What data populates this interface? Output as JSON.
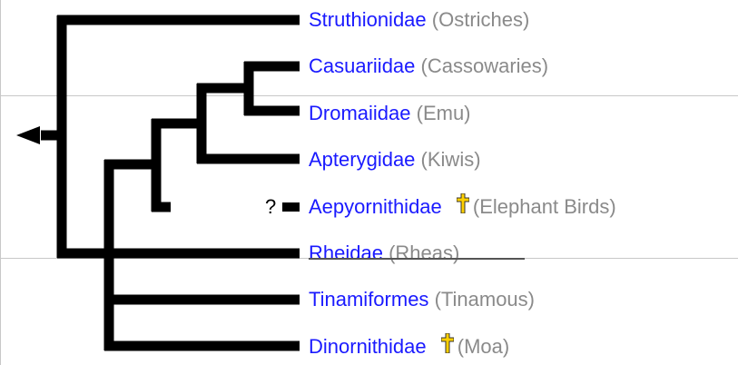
{
  "taxa": [
    {
      "name": "Struthionidae",
      "common": "(Ostriches)",
      "extinct": false
    },
    {
      "name": "Casuariidae",
      "common": "(Cassowaries)",
      "extinct": false
    },
    {
      "name": "Dromaiidae",
      "common": "(Emu)",
      "extinct": false
    },
    {
      "name": "Apterygidae",
      "common": "(Kiwis)",
      "extinct": false
    },
    {
      "name": "Aepyornithidae",
      "common": "(Elephant Birds)",
      "extinct": true
    },
    {
      "name": "Rheidae",
      "common": "(Rheas)",
      "extinct": false
    },
    {
      "name": "Tinamiformes",
      "common": "(Tinamous)",
      "extinct": false
    },
    {
      "name": "Dinornithidae",
      "common": "(Moa)",
      "extinct": true
    }
  ],
  "uncertain_marker": "?",
  "colors": {
    "link": "#1a1aff",
    "common": "#8a8a8a",
    "branch": "#000000",
    "dagger": "#ffd000"
  }
}
